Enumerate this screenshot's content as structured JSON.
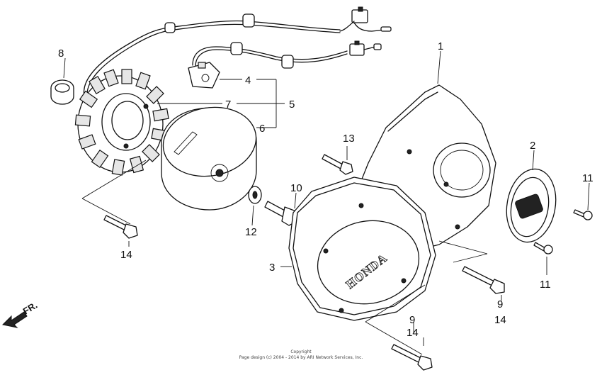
{
  "callouts": {
    "c1": "1",
    "c2": "2",
    "c3": "3",
    "c4": "4",
    "c5": "5",
    "c6": "6",
    "c7": "7",
    "c8": "8",
    "c9a": "9",
    "c9b": "9",
    "c10": "10",
    "c11a": "11",
    "c11b": "11",
    "c12": "12",
    "c13": "13",
    "c14a": "14",
    "c14b": "14",
    "c14c": "14"
  },
  "cover_brand": "HONDA",
  "direction_label": "FR.",
  "copyright": {
    "line1": "Copyright",
    "line2": "Page design (c) 2004 - 2014 by ARI Network Services, Inc."
  }
}
